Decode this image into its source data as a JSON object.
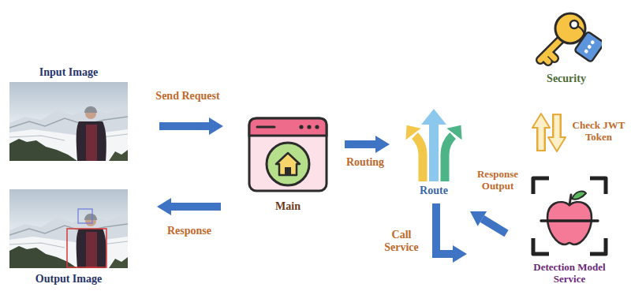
{
  "diagram": {
    "nodes": [
      {
        "text": [
          "Input Image"
        ]
      },
      {
        "text": [
          "Output Image"
        ]
      },
      {
        "text": [
          "Main"
        ]
      },
      {
        "text": [
          "Route"
        ]
      },
      {
        "text": [
          "Security"
        ]
      },
      {
        "text": [
          "Detection Model Service"
        ]
      }
    ],
    "edges": [
      {
        "from": 0,
        "to": 2,
        "label": "Send Request",
        "arrow": "to"
      },
      {
        "from": 2,
        "to": 1,
        "label": "Response",
        "arrow": "to"
      },
      {
        "from": 2,
        "to": 3,
        "label": "Routing",
        "arrow": "to"
      },
      {
        "from": 3,
        "to": 5,
        "label": "Call Service",
        "arrow": "to"
      },
      {
        "from": 5,
        "to": 3,
        "label": "Response Output",
        "arrow": "to"
      },
      {
        "from": 4,
        "to": 5,
        "label": "Check JWT Token",
        "arrow": "to"
      },
      {
        "from": 5,
        "to": 4,
        "arrow": "to"
      }
    ]
  }
}
